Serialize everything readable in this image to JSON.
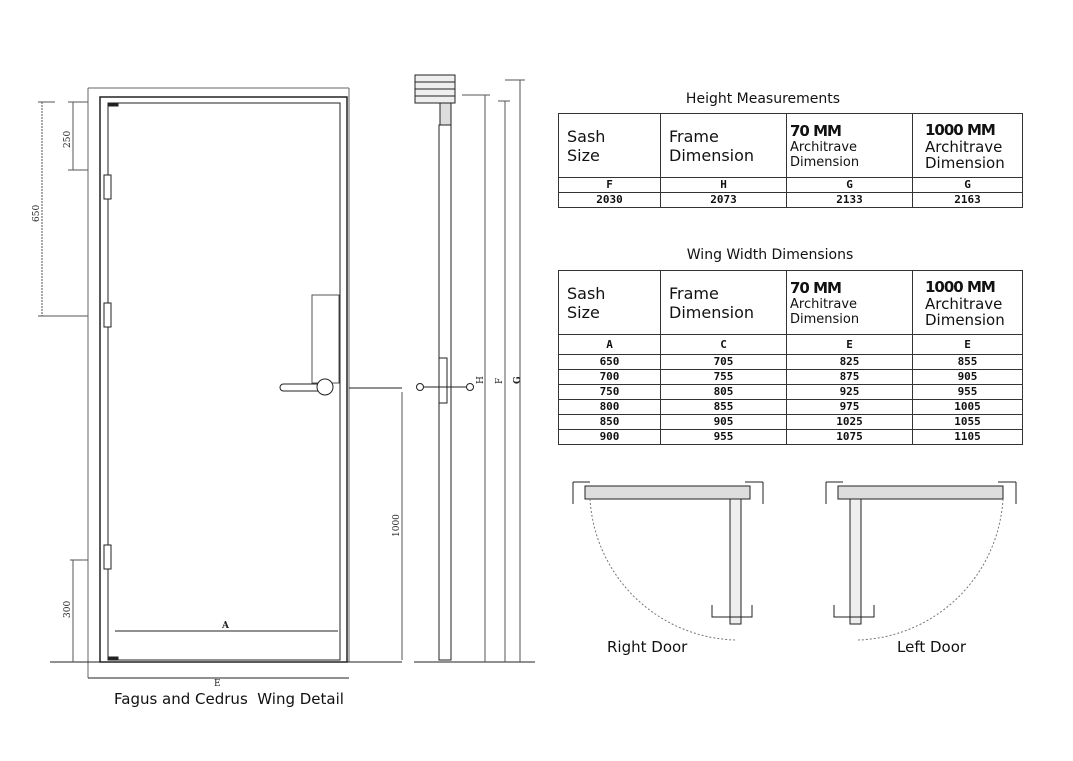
{
  "drawing": {
    "caption": "Fagus and Cedrus  Wing Detail",
    "dimensions": {
      "d250": "250",
      "d650": "650",
      "d300": "300",
      "d1000": "1000",
      "a": "A",
      "e": "E",
      "h": "H",
      "f": "F",
      "g": "G"
    },
    "right_door": "Right Door",
    "left_door": "Left Door"
  },
  "height_table": {
    "title": "Height Measurements",
    "headers": [
      {
        "line1": "Sash",
        "line2": "Size"
      },
      {
        "line1": "Frame",
        "line2": "Dimension"
      },
      {
        "bold": "70 MM",
        "line1": "Architrave",
        "line2": "Dimension"
      },
      {
        "bold": "1000 MM",
        "line1": "Architrave",
        "line2": "Dimension"
      }
    ],
    "letters": [
      "F",
      "H",
      "G",
      "G"
    ],
    "rows": [
      [
        "2030",
        "2073",
        "2133",
        "2163"
      ]
    ]
  },
  "width_table": {
    "title": "Wing Width Dimensions",
    "headers": [
      {
        "line1": "Sash",
        "line2": "Size"
      },
      {
        "line1": "Frame",
        "line2": "Dimension"
      },
      {
        "bold": "70 MM",
        "line1": "Architrave",
        "line2": "Dimension"
      },
      {
        "bold": "1000 MM",
        "line1": "Architrave",
        "line2": "Dimension"
      }
    ],
    "letters": [
      "A",
      "C",
      "E",
      "E"
    ],
    "rows": [
      [
        "650",
        "705",
        "825",
        "855"
      ],
      [
        "700",
        "755",
        "875",
        "905"
      ],
      [
        "750",
        "805",
        "925",
        "955"
      ],
      [
        "800",
        "855",
        "975",
        "1005"
      ],
      [
        "850",
        "905",
        "1025",
        "1055"
      ],
      [
        "900",
        "955",
        "1075",
        "1105"
      ]
    ]
  }
}
